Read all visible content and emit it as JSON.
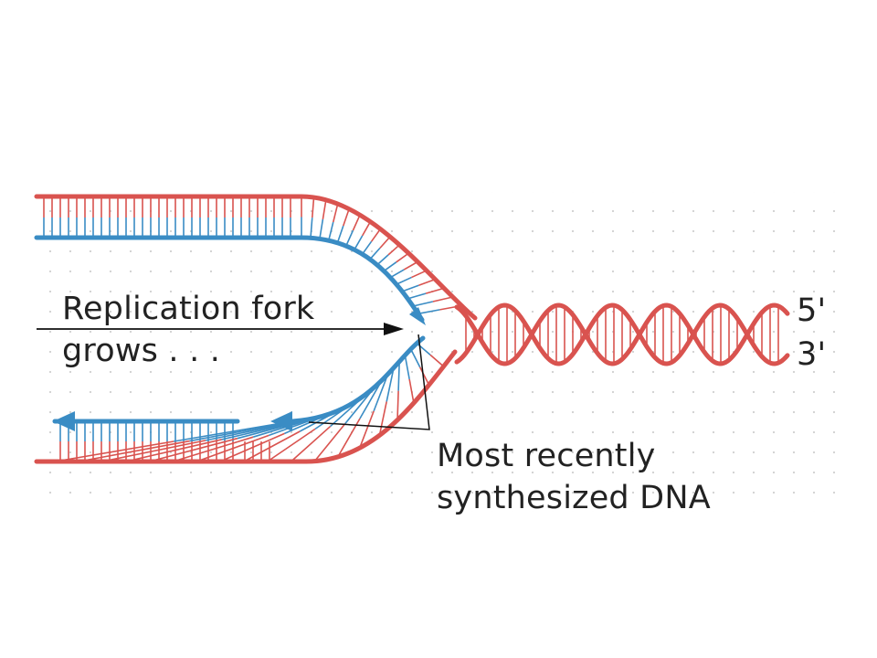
{
  "labels": {
    "fork_line1": "Replication fork",
    "fork_line2": "grows . . .",
    "recent_line1": "Most recently",
    "recent_line2": "synthesized DNA",
    "five_prime": "5'",
    "three_prime": "3'"
  },
  "colors": {
    "parental_strand": "#d9534f",
    "new_strand": "#3a8cc4",
    "annotation": "#111111",
    "grid_dot": "#c8c8c8"
  },
  "icons": {
    "fork_arrow": "arrow-right-icon",
    "new_strand_arrowheads": "arrow-left-icon"
  }
}
